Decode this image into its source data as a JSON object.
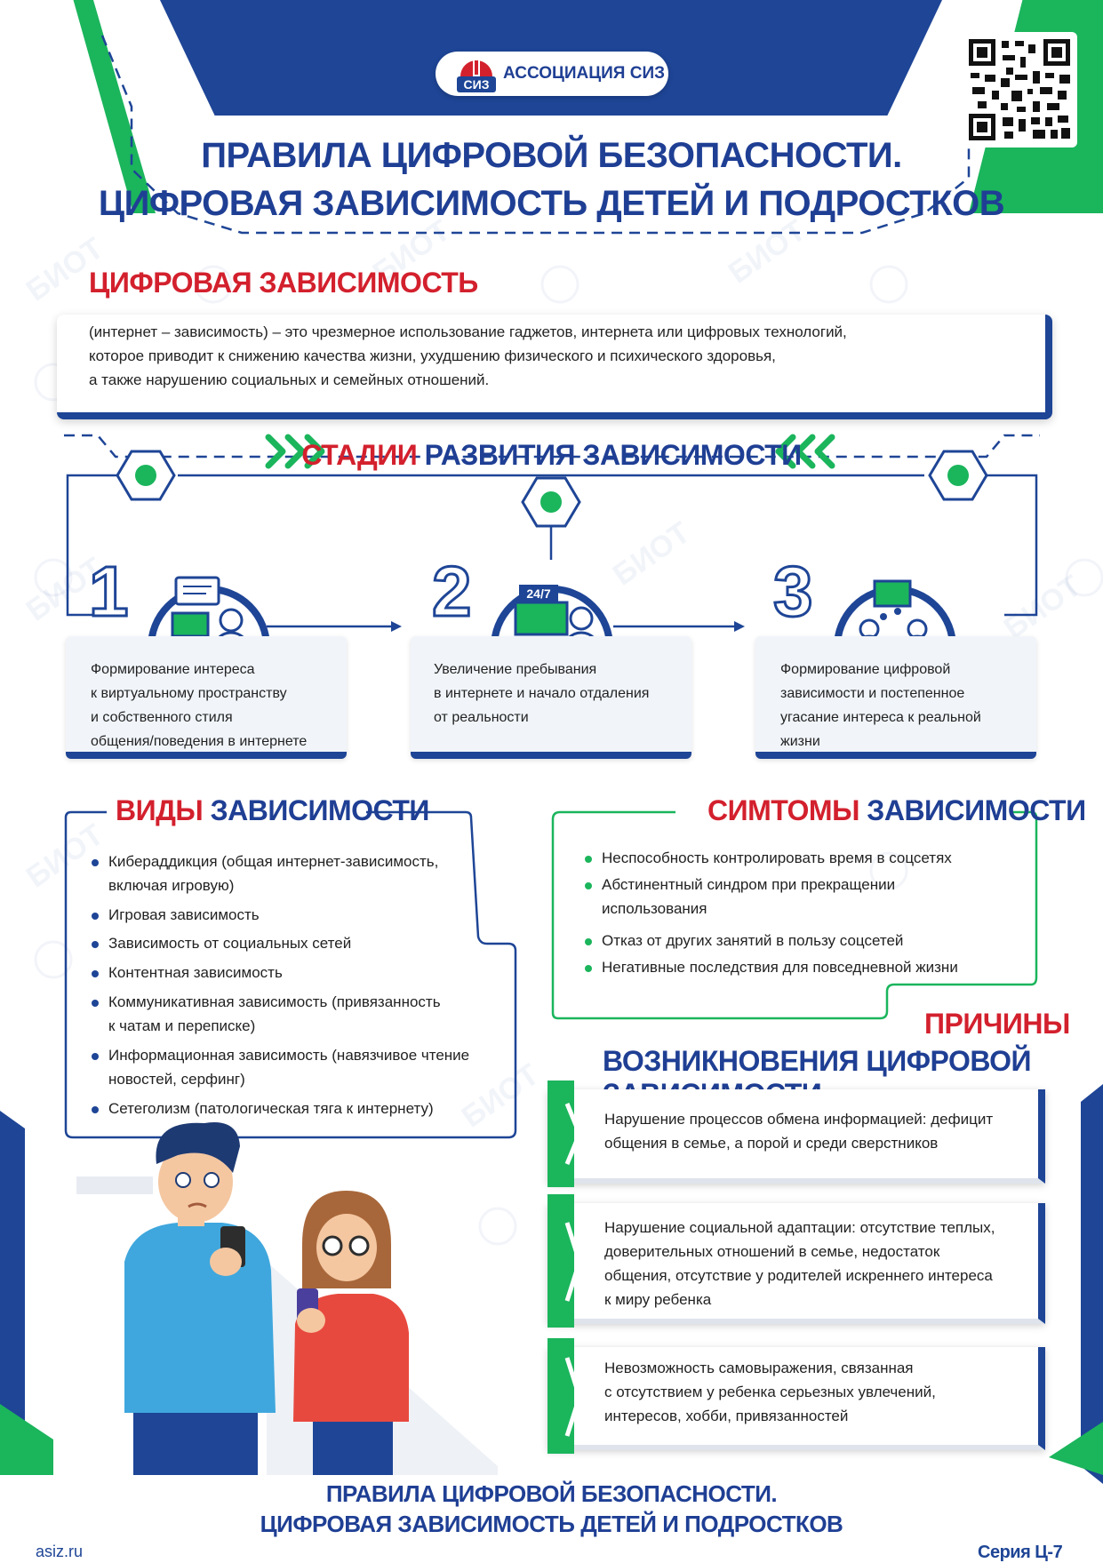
{
  "header": {
    "logo_text": "АССОЦИАЦИЯ СИЗ",
    "logo_mark": "СИЗ",
    "title_line1": "ПРАВИЛА ЦИФРОВОЙ БЕЗОПАСНОСТИ.",
    "title_line2": "ЦИФРОВАЯ ЗАВИСИМОСТЬ ДЕТЕЙ И ПОДРОСТКОВ"
  },
  "definition": {
    "heading": "ЦИФРОВАЯ ЗАВИСИМОСТЬ",
    "line1": "(интернет – зависимость) – это чрезмерное использование гаджетов, интернета или цифровых технологий,",
    "line2": "которое приводит к снижению качества жизни, ухудшению физического и психического здоровья,",
    "line3": "а также нарушению социальных и семейных отношений."
  },
  "stages": {
    "heading_red": "СТАДИИ",
    "heading_blue": "РАЗВИТИЯ ЗАВИСИМОСТИ",
    "items": [
      {
        "num": "1",
        "lines": [
          "Формирование интереса",
          "к виртуальному пространству",
          "и собственного стиля",
          "общения/поведения в интернете"
        ]
      },
      {
        "num": "2",
        "badge": "24/7",
        "lines": [
          "Увеличение пребывания",
          "в интернете и начало отдаления",
          "от реальности"
        ]
      },
      {
        "num": "3",
        "lines": [
          "Формирование цифровой",
          "зависимости и постепенное",
          "угасание интереса к реальной",
          "жизни"
        ]
      }
    ]
  },
  "types": {
    "heading_red": "ВИДЫ",
    "heading_blue": "ЗАВИСИМОСТИ",
    "items": [
      [
        "Кибераддикция (общая интернет-зависимость,",
        "включая игровую)"
      ],
      [
        "Игровая зависимость"
      ],
      [
        "Зависимость от социальных сетей"
      ],
      [
        "Контентная зависимость"
      ],
      [
        "Коммуникативная зависимость (привязанность",
        "к чатам и переписке)"
      ],
      [
        "Информационная зависимость (навязчивое чтение",
        "новостей, серфинг)"
      ],
      [
        "Сетеголизм (патологическая тяга к интернету)"
      ]
    ]
  },
  "symptoms": {
    "heading_red": "СИМТОМЫ",
    "heading_blue": "ЗАВИСИМОСТИ",
    "items": [
      [
        "Неспособность контролировать время в соцсетях"
      ],
      [
        "Абстинентный синдром при прекращении",
        "использования"
      ],
      [
        "Отказ от других занятий в пользу соцсетей"
      ],
      [
        "Негативные последствия для повседневной жизни"
      ]
    ]
  },
  "causes": {
    "heading_red": "ПРИЧИНЫ",
    "heading_blue": "ВОЗНИКНОВЕНИЯ ЦИФРОВОЙ ЗАВИСИМОСТИ",
    "items": [
      [
        "Нарушение процессов обмена информацией: дефицит",
        "общения в семье, а порой и среди сверстников"
      ],
      [
        "Нарушение социальной адаптации: отсутствие теплых,",
        "доверительных отношений в семье, недостаток",
        "общения, отсутствие у родителей искреннего интереса",
        "к миру ребенка"
      ],
      [
        "Невозможность самовыражения, связанная",
        "с отсутствием у ребенка серьезных увлечений,",
        "интересов, хобби, привязанностей"
      ]
    ]
  },
  "watermark": "БИОТ",
  "footer": {
    "title_line1": "ПРАВИЛА ЦИФРОВОЙ БЕЗОПАСНОСТИ.",
    "title_line2": "ЦИФРОВАЯ ЗАВИСИМОСТЬ ДЕТЕЙ И ПОДРОСТКОВ",
    "site": "asiz.ru",
    "series": "Серия Ц-7"
  },
  "colors": {
    "navy": "#1e4596",
    "green": "#1bb55c",
    "red": "#d3202d"
  }
}
